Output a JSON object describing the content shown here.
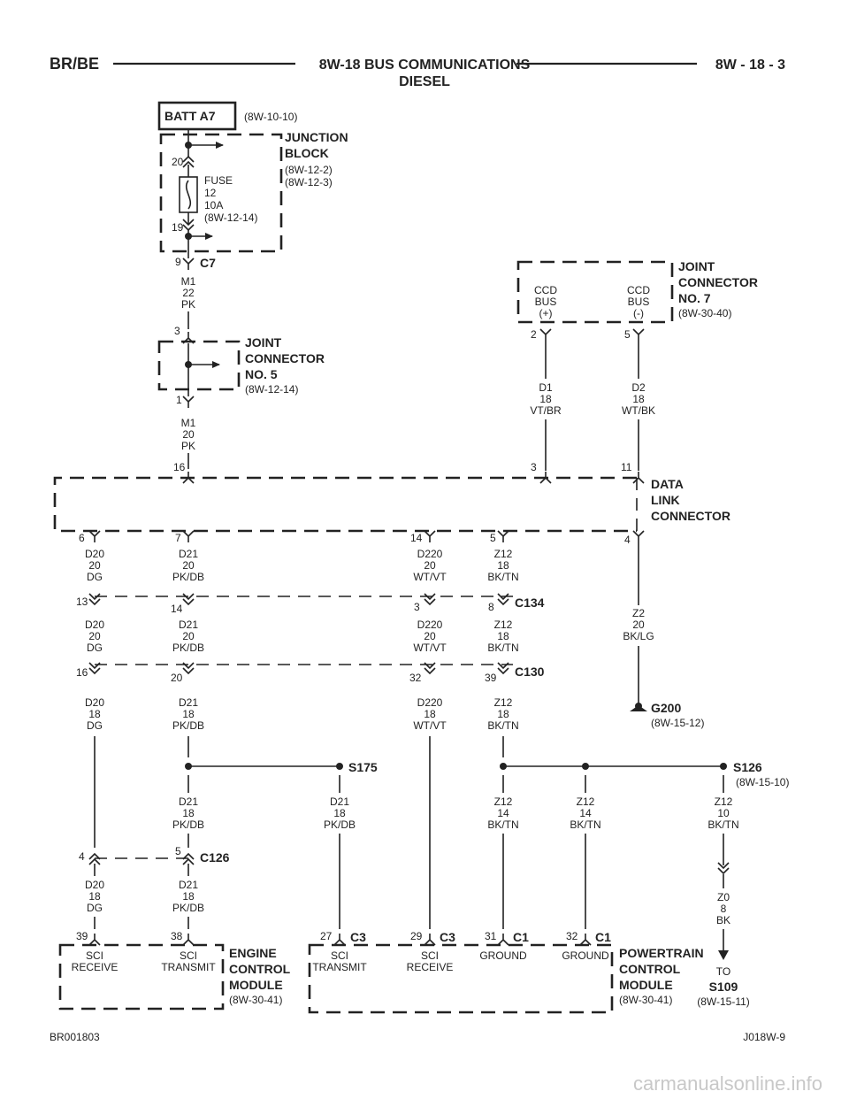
{
  "header": {
    "left": "BR/BE",
    "title": "8W-18 BUS COMMUNICATIONS",
    "subtitle": "DIESEL",
    "right": "8W - 18 - 3"
  },
  "batt": {
    "label": "BATT A7",
    "ref": "(8W-10-10)"
  },
  "junction_block": {
    "name1": "JUNCTION",
    "name2": "BLOCK",
    "ref1": "(8W-12-2)",
    "ref2": "(8W-12-3)",
    "fuse": [
      "FUSE",
      "12",
      "10A",
      "(8W-12-14)"
    ],
    "pin_top": "20",
    "pin_bottom": "19"
  },
  "c7": {
    "name": "C7",
    "pin": "9",
    "wire": [
      "M1",
      "22",
      "PK"
    ]
  },
  "jc5": {
    "name": [
      "JOINT",
      "CONNECTOR",
      "NO. 5"
    ],
    "ref": "(8W-12-14)",
    "pin_top": "3",
    "pin_bottom": "1",
    "wire": [
      "M1",
      "20",
      "PK"
    ]
  },
  "jc7": {
    "name": [
      "JOINT",
      "CONNECTOR",
      "NO. 7"
    ],
    "ref": "(8W-30-40)",
    "bus_plus": [
      "CCD",
      "BUS",
      "(+)"
    ],
    "bus_minus": [
      "CCD",
      "BUS",
      "(-)"
    ],
    "pin_plus": "2",
    "pin_minus": "5",
    "wire_plus": [
      "D1",
      "18",
      "VT/BR"
    ],
    "wire_minus": [
      "D2",
      "18",
      "WT/BK"
    ]
  },
  "dlc": {
    "name": [
      "DATA",
      "LINK",
      "CONNECTOR"
    ],
    "pins_top": [
      "16",
      "3",
      "11"
    ],
    "pins_bottom": [
      "6",
      "7",
      "14",
      "5",
      "4"
    ]
  },
  "wires_a": [
    [
      "D20",
      "20",
      "DG"
    ],
    [
      "D21",
      "20",
      "PK/DB"
    ],
    [
      "D220",
      "20",
      "WT/VT"
    ],
    [
      "Z12",
      "18",
      "BK/TN"
    ]
  ],
  "c134": {
    "name": "C134",
    "pins": [
      "13",
      "14",
      "3",
      "8"
    ]
  },
  "wires_b": [
    [
      "D20",
      "20",
      "DG"
    ],
    [
      "D21",
      "20",
      "PK/DB"
    ],
    [
      "D220",
      "20",
      "WT/VT"
    ],
    [
      "Z12",
      "18",
      "BK/TN"
    ]
  ],
  "z2": [
    "Z2",
    "20",
    "BK/LG"
  ],
  "c130": {
    "name": "C130",
    "pins": [
      "16",
      "20",
      "32",
      "39"
    ]
  },
  "wires_c": [
    [
      "D20",
      "18",
      "DG"
    ],
    [
      "D21",
      "18",
      "PK/DB"
    ],
    [
      "D220",
      "18",
      "WT/VT"
    ],
    [
      "Z12",
      "18",
      "BK/TN"
    ]
  ],
  "g200": {
    "name": "G200",
    "ref": "(8W-15-12)"
  },
  "s175": {
    "name": "S175",
    "wire_left": [
      "D21",
      "18",
      "PK/DB"
    ],
    "wire_right": [
      "D21",
      "18",
      "PK/DB"
    ]
  },
  "s126": {
    "name": "S126",
    "ref": "(8W-15-10)",
    "wire1": [
      "Z12",
      "14",
      "BK/TN"
    ],
    "wire2": [
      "Z12",
      "14",
      "BK/TN"
    ],
    "wire3": [
      "Z12",
      "10",
      "BK/TN"
    ]
  },
  "c126": {
    "name": "C126",
    "pins": [
      "4",
      "5"
    ],
    "wire_left": [
      "D20",
      "18",
      "DG"
    ],
    "wire_right": [
      "D21",
      "18",
      "PK/DB"
    ]
  },
  "z0": [
    "Z0",
    "8",
    "BK"
  ],
  "s109": {
    "to": "TO",
    "name": "S109",
    "ref": "(8W-15-11)"
  },
  "ecm": {
    "name": [
      "ENGINE",
      "CONTROL",
      "MODULE"
    ],
    "ref": "(8W-30-41)",
    "pins": [
      "39",
      "38"
    ],
    "pin_labels": [
      [
        "SCI",
        "RECEIVE"
      ],
      [
        "SCI",
        "TRANSMIT"
      ]
    ]
  },
  "pcm": {
    "name": [
      "POWERTRAIN",
      "CONTROL",
      "MODULE"
    ],
    "ref": "(8W-30-41)",
    "pins": [
      "27",
      "29",
      "31",
      "32"
    ],
    "conn": [
      "C3",
      "C3",
      "C1",
      "C1"
    ],
    "pin_labels": [
      [
        "SCI",
        "TRANSMIT"
      ],
      [
        "SCI",
        "RECEIVE"
      ],
      [
        "GROUND",
        ""
      ],
      [
        "GROUND",
        ""
      ]
    ]
  },
  "footer": {
    "left": "BR001803",
    "right": "J018W-9",
    "watermark": "carmanualsonline.info"
  }
}
